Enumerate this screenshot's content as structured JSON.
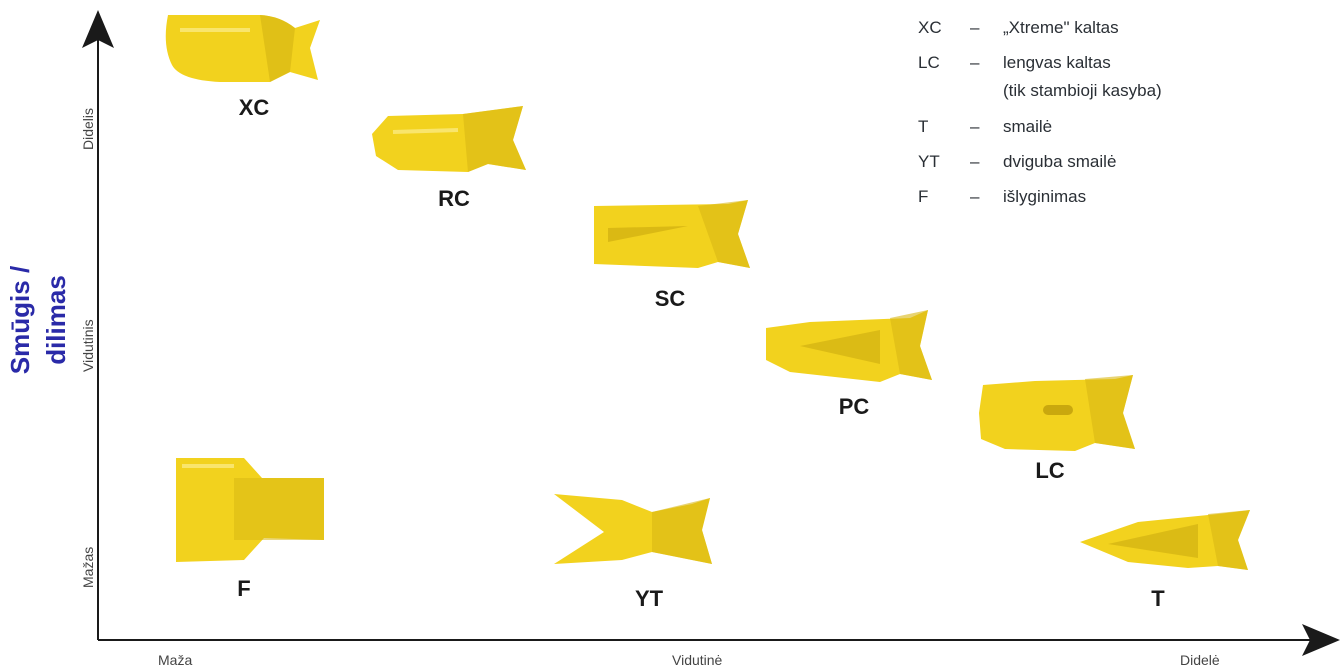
{
  "y_axis": {
    "title": "Smūgis / dilimas",
    "ticks": [
      "Mažas",
      "Vidutinis",
      "Didelis"
    ]
  },
  "x_axis": {
    "ticks": [
      "Maža",
      "Vidutinė",
      "Didelė"
    ]
  },
  "tools": [
    {
      "id": "xc",
      "label": "XC"
    },
    {
      "id": "rc",
      "label": "RC"
    },
    {
      "id": "sc",
      "label": "SC"
    },
    {
      "id": "pc",
      "label": "PC"
    },
    {
      "id": "lc",
      "label": "LC"
    },
    {
      "id": "f",
      "label": "F"
    },
    {
      "id": "yt",
      "label": "YT"
    },
    {
      "id": "t",
      "label": "T"
    }
  ],
  "legend": [
    {
      "code": "XC",
      "dash": "–",
      "desc": "„Xtreme\" kaltas"
    },
    {
      "code": "LC",
      "dash": "–",
      "desc": "lengvas kaltas",
      "desc2": "(tik stambioji kasyba)"
    },
    {
      "code": "T",
      "dash": "–",
      "desc": "smailė"
    },
    {
      "code": "YT",
      "dash": "–",
      "desc": "dviguba smailė"
    },
    {
      "code": "F",
      "dash": "–",
      "desc": "išlyginimas"
    }
  ],
  "colors": {
    "tool_yellow": "#f2d21e",
    "tool_shadow": "#c9a80e",
    "axis": "#1a1a1a",
    "y_title": "#2a2aa8"
  }
}
